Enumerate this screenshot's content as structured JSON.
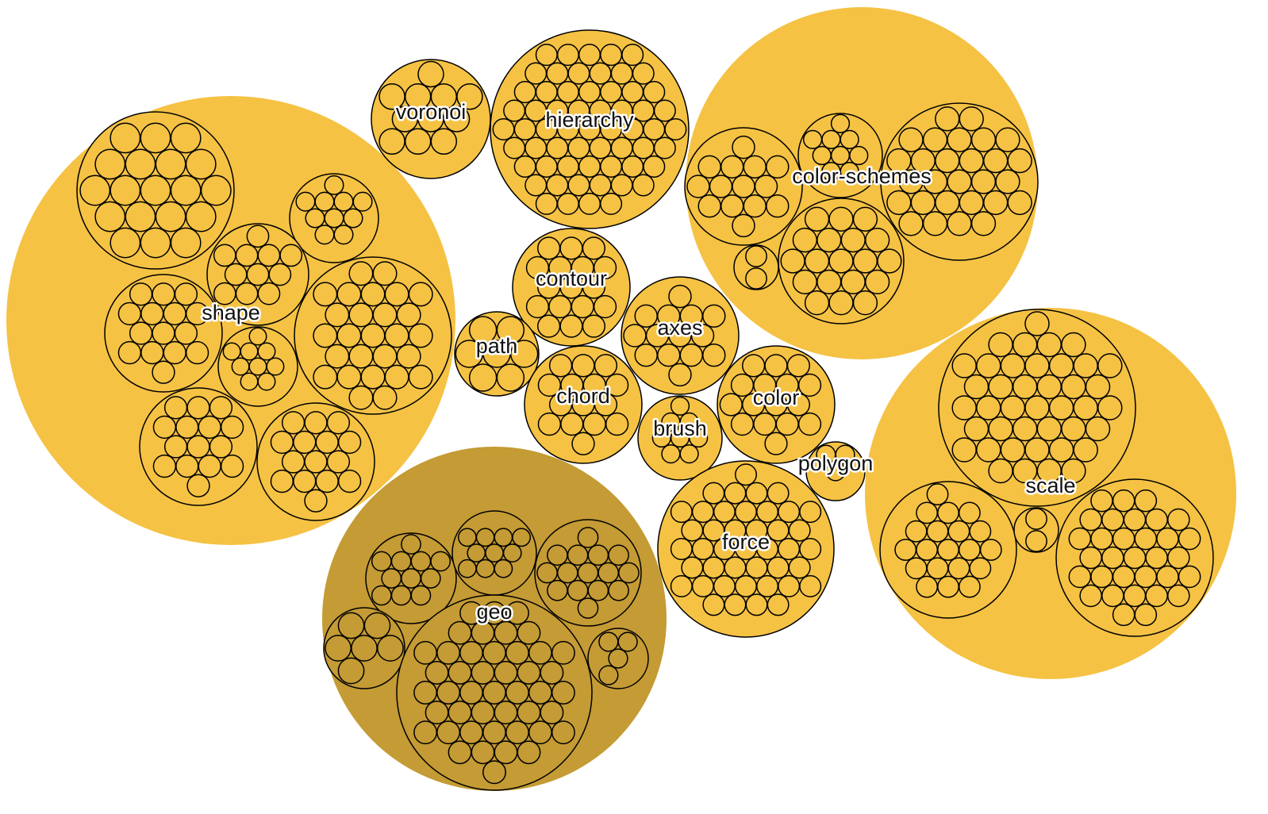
{
  "diagram": {
    "type": "packed-circles",
    "colors": {
      "fill": "#F5C244",
      "highlight_fill": "#C49B34",
      "stroke": "#000000",
      "background": "#FFFFFF"
    },
    "groups": [
      {
        "key": "shape",
        "label": "shape",
        "highlighted": false
      },
      {
        "key": "voronoi",
        "label": "voronoi",
        "highlighted": false
      },
      {
        "key": "hierarchy",
        "label": "hierarchy",
        "highlighted": false
      },
      {
        "key": "color_schemes",
        "label": "color-schemes",
        "highlighted": false
      },
      {
        "key": "contour",
        "label": "contour",
        "highlighted": false
      },
      {
        "key": "path",
        "label": "path",
        "highlighted": false
      },
      {
        "key": "axes",
        "label": "axes",
        "highlighted": false
      },
      {
        "key": "chord",
        "label": "chord",
        "highlighted": false
      },
      {
        "key": "color",
        "label": "color",
        "highlighted": false
      },
      {
        "key": "brush",
        "label": "brush",
        "highlighted": false
      },
      {
        "key": "polygon",
        "label": "polygon",
        "highlighted": false
      },
      {
        "key": "force",
        "label": "force",
        "highlighted": false
      },
      {
        "key": "scale",
        "label": "scale",
        "highlighted": false
      },
      {
        "key": "geo",
        "label": "geo",
        "highlighted": true
      }
    ]
  }
}
